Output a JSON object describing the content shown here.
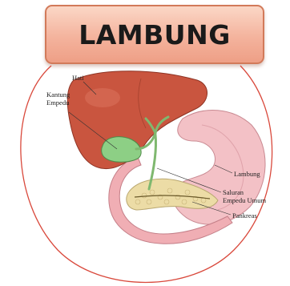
{
  "title": "LAMBUNG",
  "labels": {
    "hati": "Hati",
    "kantung_line1": "Kantung",
    "kantung_line2": "Empedu",
    "lambung": "Lambung",
    "saluran_line1": "Saluran",
    "saluran_line2": "Empedu Umum",
    "pankreas": "Pankreas"
  },
  "colors": {
    "frame_circle": "#d9483b",
    "liver": "#c9553f",
    "gallbladder": "#8dcf85",
    "stomach": "#f3c1c6",
    "pancreas": "#ecdca6",
    "duct": "#7fb86f"
  }
}
